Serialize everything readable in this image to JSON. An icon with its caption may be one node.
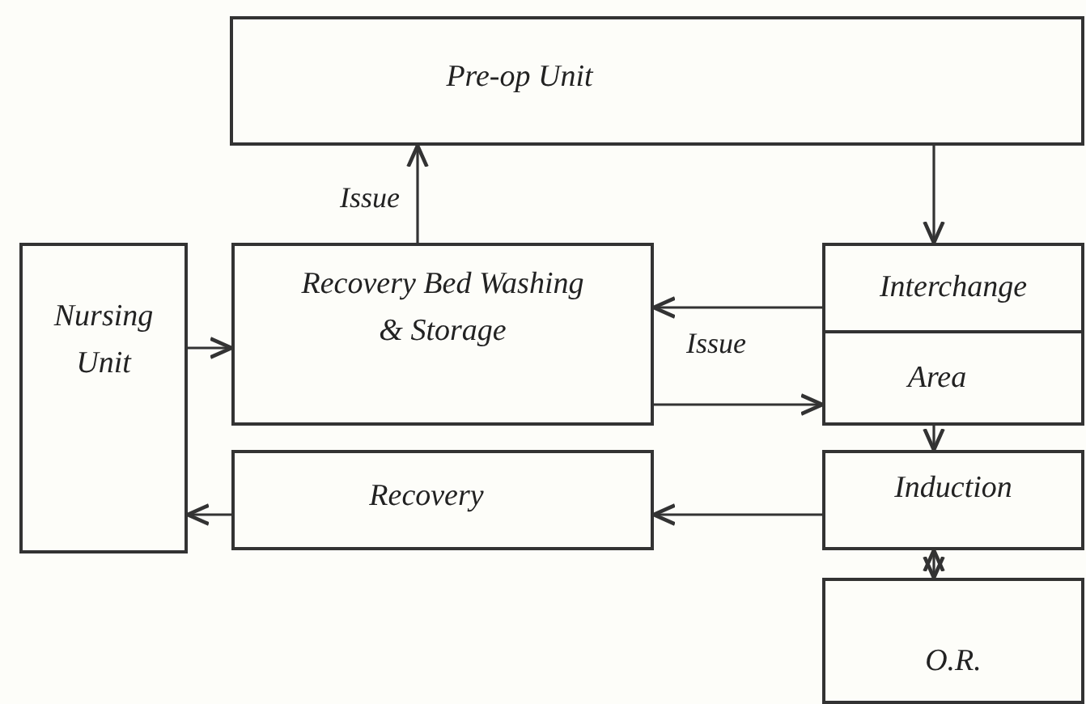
{
  "diagram": {
    "nodes": [
      {
        "text": [
          "Pre-op Unit"
        ]
      },
      {
        "text": [
          "Nursing Unit"
        ]
      },
      {
        "text": [
          "Recovery Bed Washing & Storage"
        ]
      },
      {
        "text": [
          "Interchange"
        ]
      },
      {
        "text": [
          "Area"
        ]
      },
      {
        "text": [
          "Recovery"
        ]
      },
      {
        "text": [
          "Induction"
        ]
      },
      {
        "text": [
          "O.R."
        ]
      }
    ],
    "edges": [
      {
        "from": 2,
        "to": 0,
        "arrow": "to",
        "label": "Issue"
      },
      {
        "from": 0,
        "to": 3,
        "arrow": "to"
      },
      {
        "from": 3,
        "to": 2,
        "arrow": "to"
      },
      {
        "from": 2,
        "to": 4,
        "arrow": "to",
        "label": "Issue"
      },
      {
        "from": 4,
        "to": 6,
        "arrow": "to"
      },
      {
        "from": 6,
        "to": 7,
        "arrow": "both"
      },
      {
        "from": 6,
        "to": 5,
        "arrow": "to"
      },
      {
        "from": 5,
        "to": 1,
        "arrow": "to"
      },
      {
        "from": 1,
        "to": 2,
        "arrow": "to"
      }
    ]
  }
}
